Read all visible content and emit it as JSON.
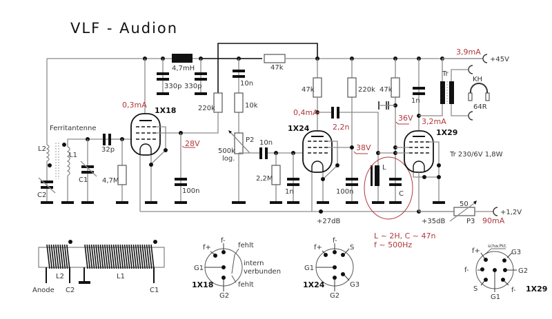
{
  "title": "VLF - Audion",
  "supply": {
    "plus45": "+45V",
    "plus45_current": "3,9mA",
    "plus12": "+1,2V",
    "plus12_current": "90mA"
  },
  "antenna": {
    "label": "Ferritantenne",
    "L1": "L1",
    "L2": "L2",
    "C1": "C1",
    "C2": "C2"
  },
  "components": {
    "choke": "4,7mH",
    "c330a": "330p",
    "c330b": "330p",
    "c32p": "32p",
    "r47M": "4,7M",
    "c100n_1": "100n",
    "r220k_1": "220k",
    "c10n_top": "10n",
    "r10k": "10k",
    "r47k_top": "47k",
    "pot_p2_name": "P2",
    "pot_p2_value": "500k",
    "pot_p2_taper": "log.",
    "c10n_mid": "10n",
    "r22M": "2,2M",
    "c1n_1": "1n",
    "r47k_a": "47k",
    "r220k_2": "220k",
    "r47k_b": "47k",
    "c22n": "2,2n",
    "c100n_2": "100n",
    "c1n_2": "1n",
    "lc_L": "L",
    "lc_C": "C",
    "transformer": "Tr",
    "transformer_spec": "Tr 230/6V 1,8W",
    "headphones": "KH",
    "headphones_imp": "64R",
    "pot_p3_name": "P3",
    "pot_p3_value": "50"
  },
  "measurements": {
    "v1_current": "0,3mA",
    "v1_screen": "28V",
    "v2_current": "0,4mA",
    "v2_screen": "38V",
    "v3_screen": "36V",
    "v3_current": "3,2mA",
    "gain1": "+27dB",
    "gain2": "+35dB"
  },
  "tubes": {
    "v1": "1X18",
    "v2": "1X24",
    "v3": "1X29"
  },
  "lc_note": {
    "line1": "L ~ 2H, C ~ 47n",
    "line2": "f ~ 500Hz"
  },
  "coil_detail": {
    "anode": "Anode",
    "c2": "C2",
    "l2": "L2",
    "l1": "L1",
    "c1": "C1"
  },
  "pinouts": {
    "p1x18": {
      "name": "1X18",
      "fplus": "f+",
      "fminus": "f-",
      "g1": "G1",
      "g2": "G2",
      "missing1": "fehlt",
      "missing2": "fehlt",
      "intern1": "intern",
      "intern2": "verbunden"
    },
    "p1x24": {
      "name": "1X24",
      "fplus": "f+",
      "fminus": "f-",
      "s": "S",
      "g1": "G1",
      "g2": "G2",
      "g3": "G3"
    },
    "p1x29": {
      "name": "1X29",
      "mark": "schw.Pkt.",
      "fplus": "f+",
      "fminus1": "f-",
      "fminus2": "f-",
      "s": "S",
      "g1": "G1",
      "g2": "G2",
      "g3": "G3"
    }
  }
}
